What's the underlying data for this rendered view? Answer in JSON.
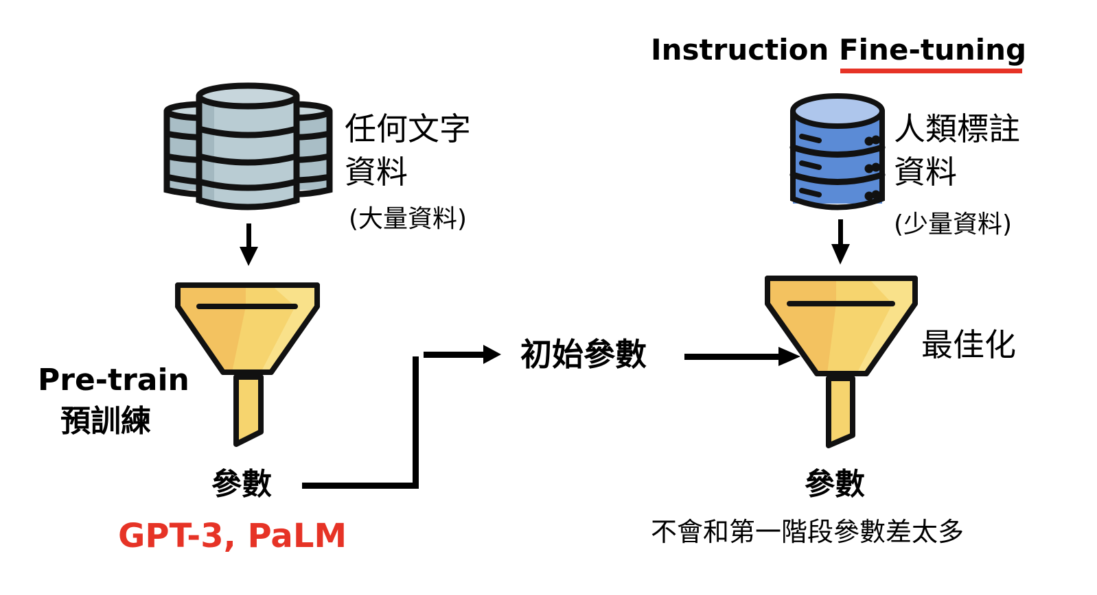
{
  "title": {
    "prefix": "Instruction ",
    "underlined": "Fine-tuning",
    "underline_color": "#e63326"
  },
  "left": {
    "icon": "database-stack-icon",
    "data_label_line1": "任何文字",
    "data_label_line2": "資料",
    "data_note": "(大量資料)",
    "stage_label_en": "Pre-train",
    "stage_label_zh": "預訓練",
    "params_label": "參數",
    "models_label": "GPT-3, PaLM",
    "models_color": "#e63326"
  },
  "middle": {
    "init_params_label": "初始參數"
  },
  "right": {
    "icon": "database-server-icon",
    "data_label_line1": "人類標註",
    "data_label_line2": "資料",
    "data_note": "(少量資料)",
    "optimize_label": "最佳化",
    "params_label": "參數",
    "params_note": "不會和第一階段參數差太多"
  },
  "colors": {
    "db_gray": "#b9ccd3",
    "db_blue": "#5b8bd6",
    "funnel_yellow": "#f6d46e"
  }
}
